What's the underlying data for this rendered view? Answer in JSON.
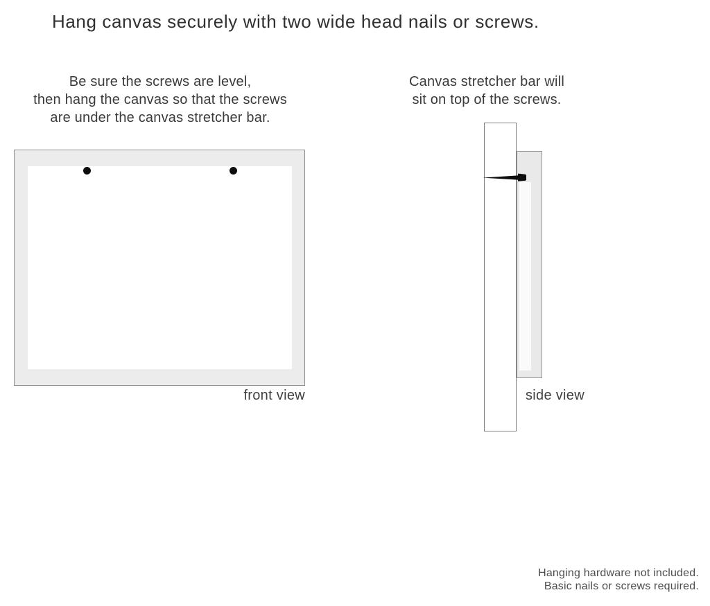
{
  "title": "Hang canvas securely with two wide head nails or screws.",
  "instructions": {
    "front": "Be sure the screws are level,\nthen hang the canvas so that the screws\nare under the canvas stretcher bar.",
    "side": "Canvas stretcher bar will\nsit on top of the screws."
  },
  "labels": {
    "front_view": "front view",
    "side_view": "side view"
  },
  "footer": "Hanging hardware not included.\nBasic nails or screws required.",
  "icons": {
    "screw_left": "screw-head-dot",
    "screw_right": "screw-head-dot",
    "nail": "nail-side-icon"
  },
  "colors": {
    "frame_fill": "#ececec",
    "frame_border": "#8c8c8c",
    "wall_border": "#7d7d7d",
    "canvas_white": "#ffffff",
    "nail_black": "#0d0d0d",
    "text_dark": "#303030",
    "text_body": "#3a3a3a",
    "text_muted": "#4d4d4d"
  }
}
